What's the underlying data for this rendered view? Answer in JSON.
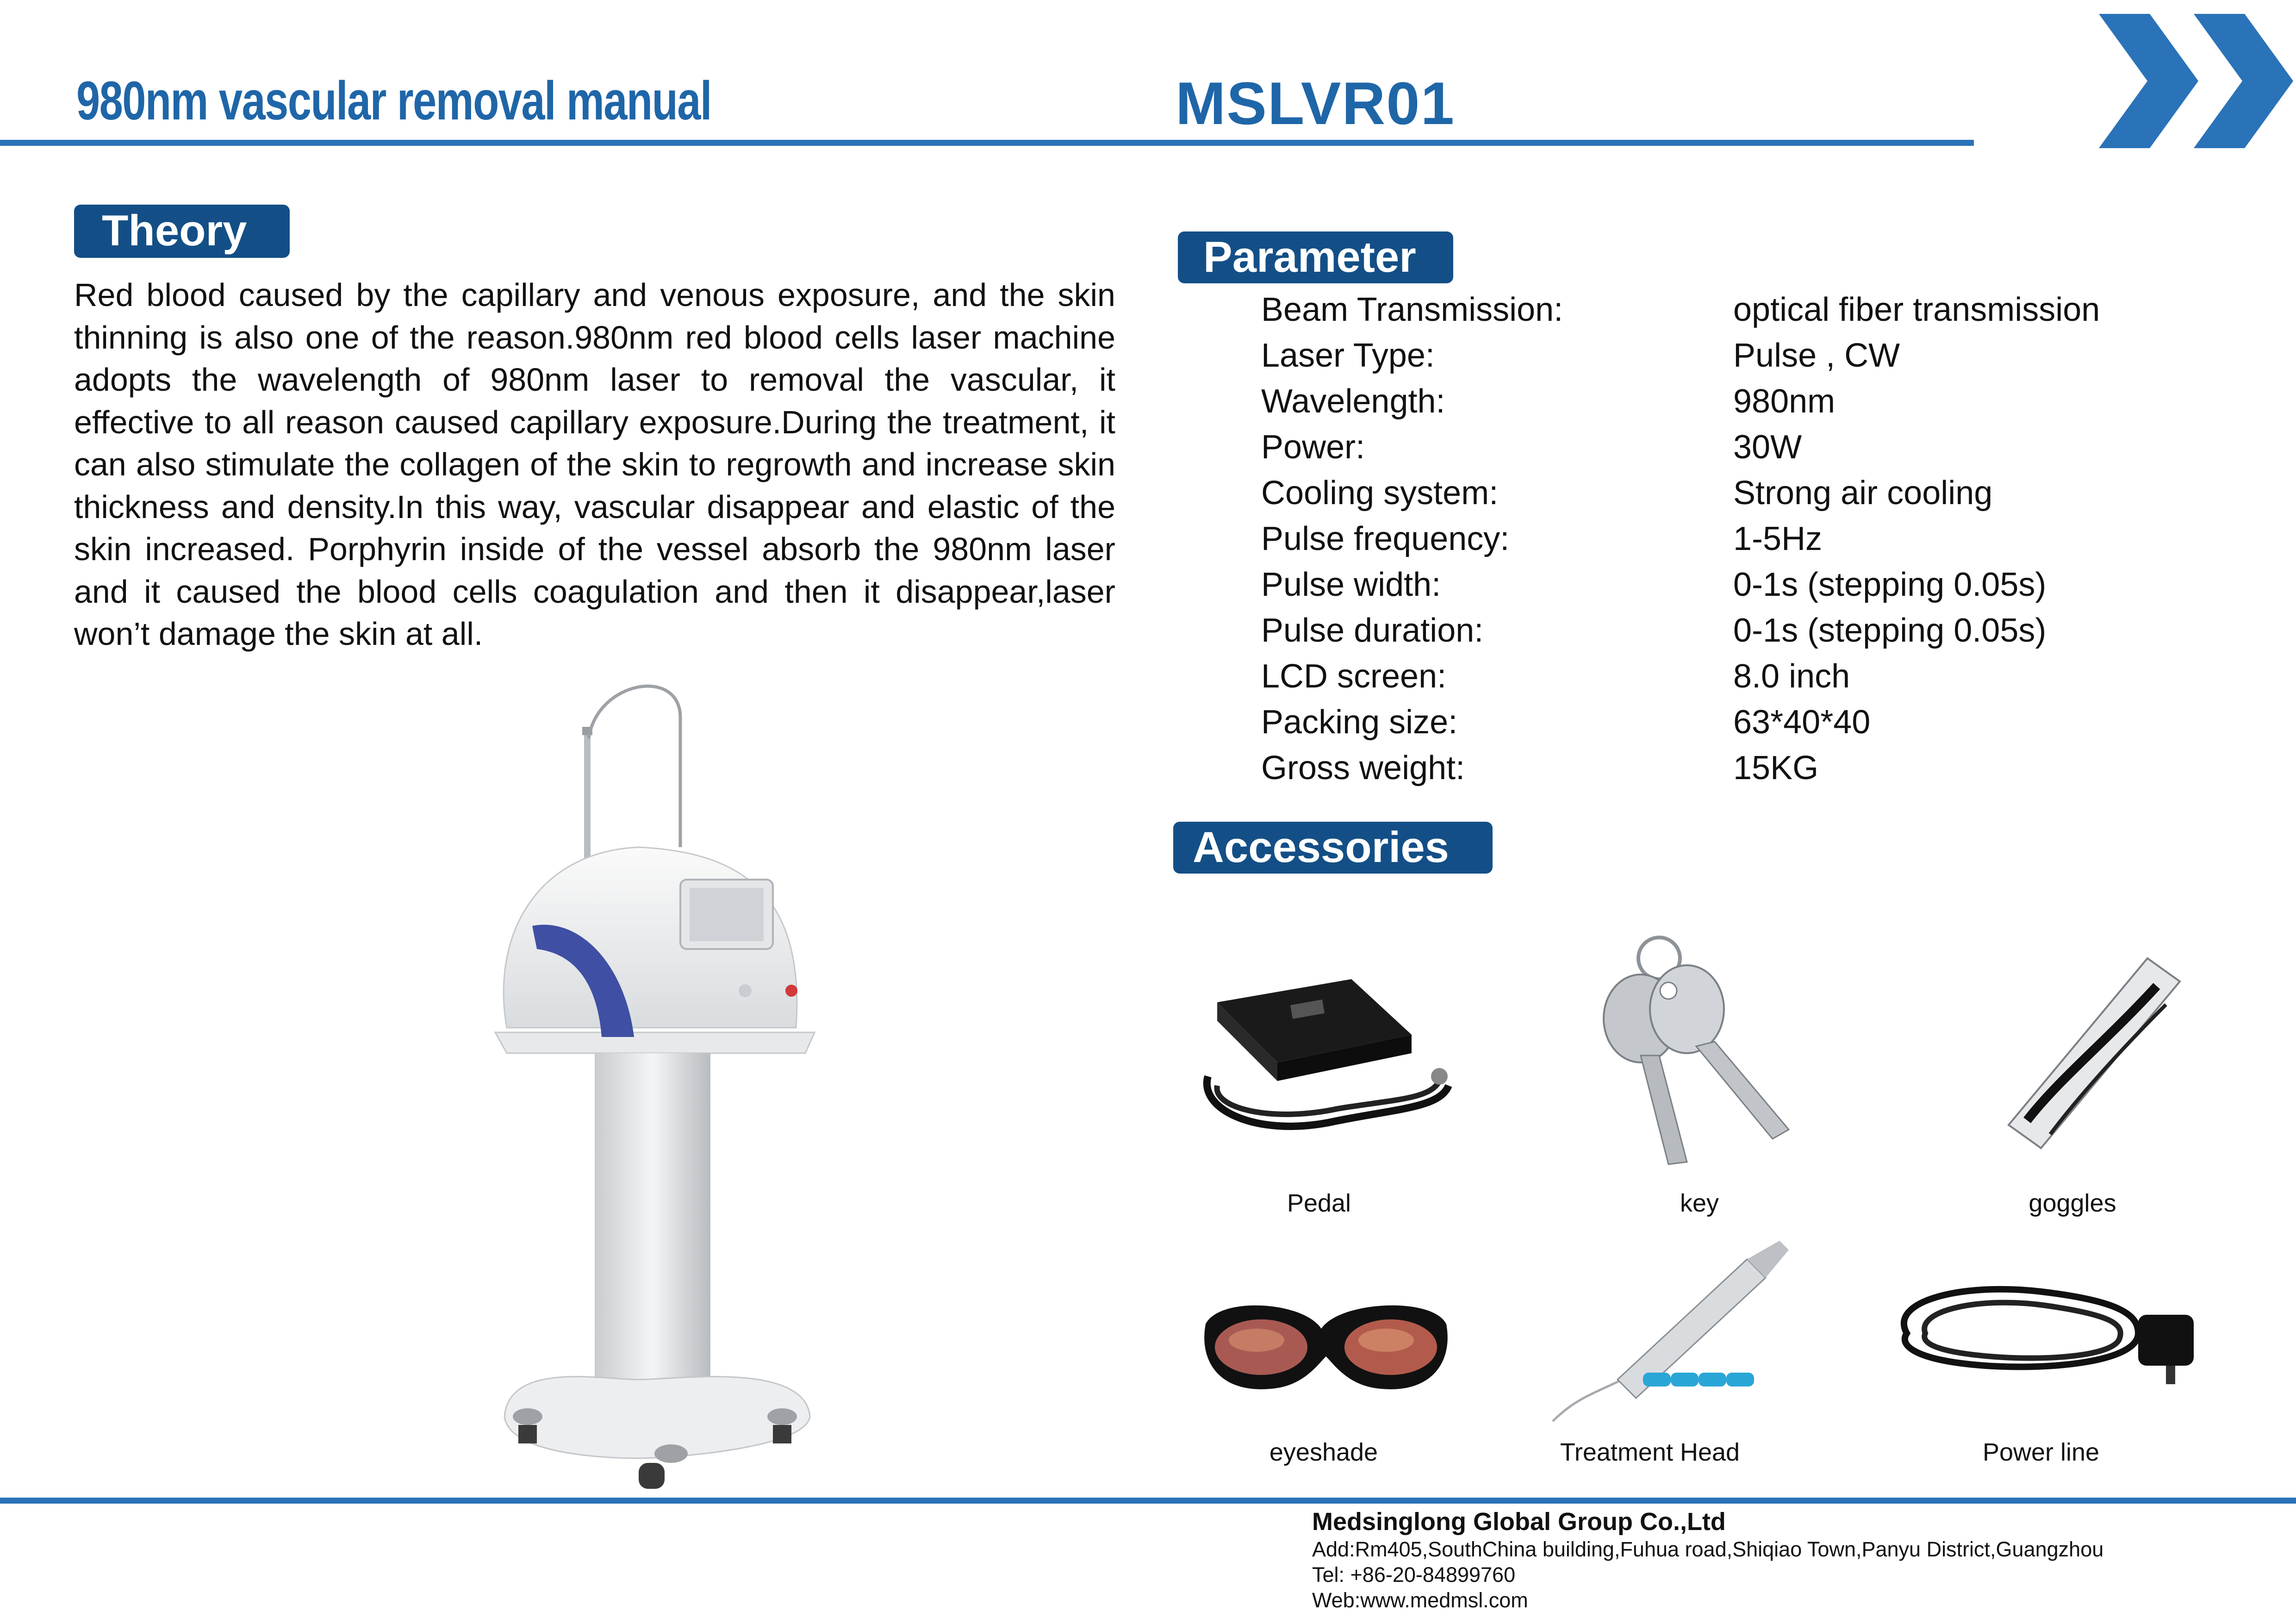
{
  "header": {
    "title": "980nm vascular removal manual",
    "model": "MSLVR01",
    "accent_color": "#1f66a8"
  },
  "theory": {
    "heading": "Theory",
    "paragraph": "Red blood caused by the capillary and venous exposure, and the skin thinning is also one of the reason.980nm red blood cells laser machine adopts the wavelength of 980nm laser to removal the vascular, it effective to all reason caused capillary exposure.During the treatment, it can also stimulate the collagen of the skin to regrowth and increase skin thickness and density.In this way, vascular disappear and elastic of the skin increased. Porphyrin inside of the vessel absorb the 980nm laser and it caused the blood cells coagulation and then it disappear,laser won’t damage the skin at all."
  },
  "parameter": {
    "heading": "Parameter",
    "rows": [
      {
        "label": "Beam Transmission:",
        "value": "optical fiber transmission"
      },
      {
        "label": "Laser Type:",
        "value": "Pulse , CW"
      },
      {
        "label": "Wavelength:",
        "value": "980nm"
      },
      {
        "label": "Power:",
        "value": "30W"
      },
      {
        "label": "Cooling system:",
        "value": "Strong air cooling"
      },
      {
        "label": "Pulse frequency:",
        "value": "1-5Hz"
      },
      {
        "label": "Pulse width:",
        "value": "0-1s (stepping 0.05s)"
      },
      {
        "label": "Pulse duration:",
        "value": "0-1s (stepping 0.05s)"
      },
      {
        "label": "LCD screen:",
        "value": "8.0 inch"
      },
      {
        "label": "Packing size:",
        "value": "63*40*40"
      },
      {
        "label": "Gross weight:",
        "value": "15KG"
      }
    ]
  },
  "accessories": {
    "heading": "Accessories",
    "items": [
      "Pedal",
      "key",
      "goggles",
      "eyeshade",
      "Treatment Head",
      "Power line"
    ]
  },
  "footer": {
    "company": "Medsinglong Global Group Co.,Ltd",
    "address": "Add:Rm405,SouthChina building,Fuhua road,Shiqiao Town,Panyu District,Guangzhou",
    "tel": "Tel: +86-20-84899760",
    "web": "Web:www.medmsl.com"
  }
}
